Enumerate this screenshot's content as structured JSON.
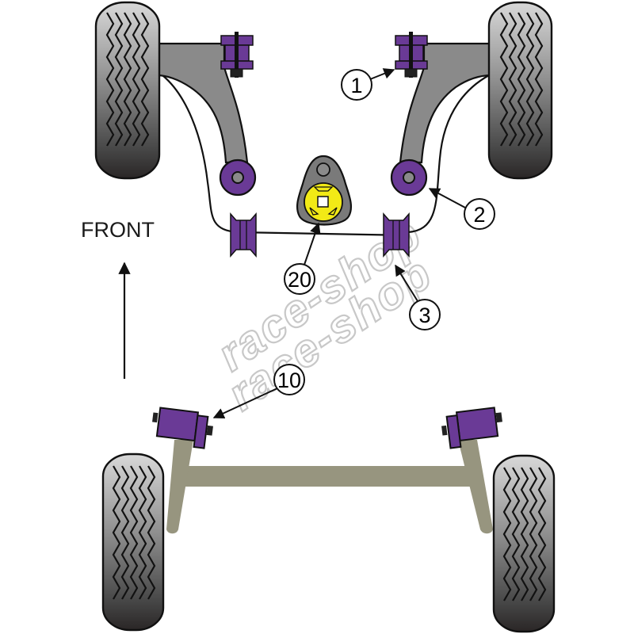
{
  "diagram": {
    "title": "Suspension bush locations",
    "direction_label": "FRONT",
    "watermark": [
      "race-shop",
      "race-shop"
    ],
    "colors": {
      "bush_purple": "#6a3a96",
      "bush_purple_dark": "#4e2a72",
      "front_arm_grey": "#8a8a8a",
      "rear_beam_khaki": "#97957f",
      "engine_mount_yellow": "#f2ea16",
      "engine_mount_grey": "#7a7a7a",
      "outline": "#111111",
      "watermark": "#c8c8c8"
    },
    "callouts": [
      {
        "id": "1",
        "label": "1",
        "target": "front-arm-front-bush"
      },
      {
        "id": "2",
        "label": "2",
        "target": "front-arm-rear-bush"
      },
      {
        "id": "3",
        "label": "3",
        "target": "anti-roll-bar-bush"
      },
      {
        "id": "20",
        "label": "20",
        "target": "engine-mount"
      },
      {
        "id": "10",
        "label": "10",
        "target": "rear-beam-mount-bush"
      }
    ]
  }
}
